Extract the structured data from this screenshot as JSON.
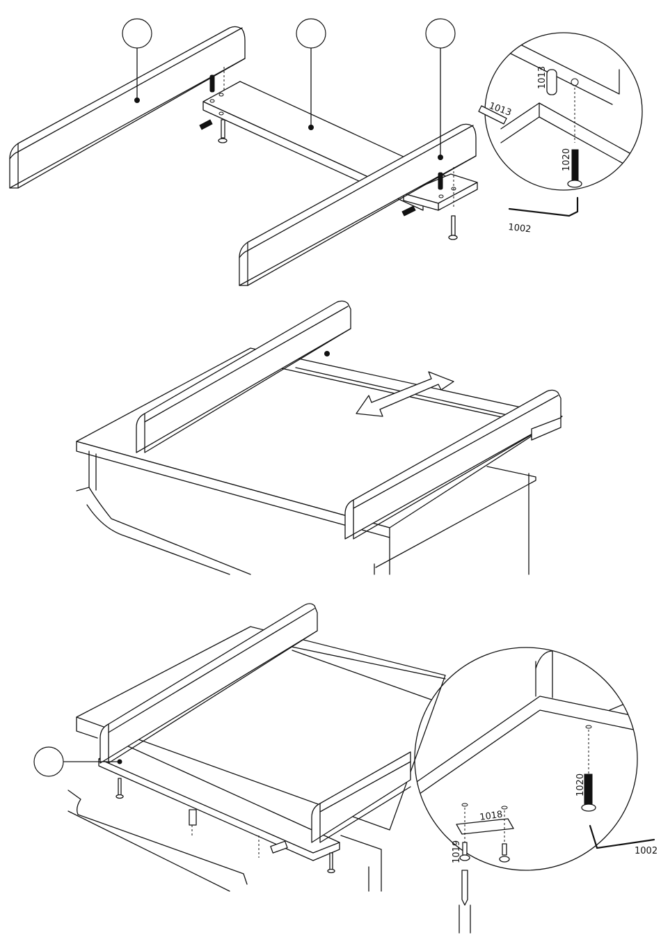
{
  "diagram": {
    "step1": {
      "detail_labels": {
        "dowel_top": "1013",
        "dowel_side": "1013",
        "bolt": "1020",
        "allen_key": "1002"
      }
    },
    "step3": {
      "detail_labels": {
        "bolt": "1020",
        "allen_key": "1002",
        "bracket": "1018",
        "screw": "1019"
      }
    }
  }
}
